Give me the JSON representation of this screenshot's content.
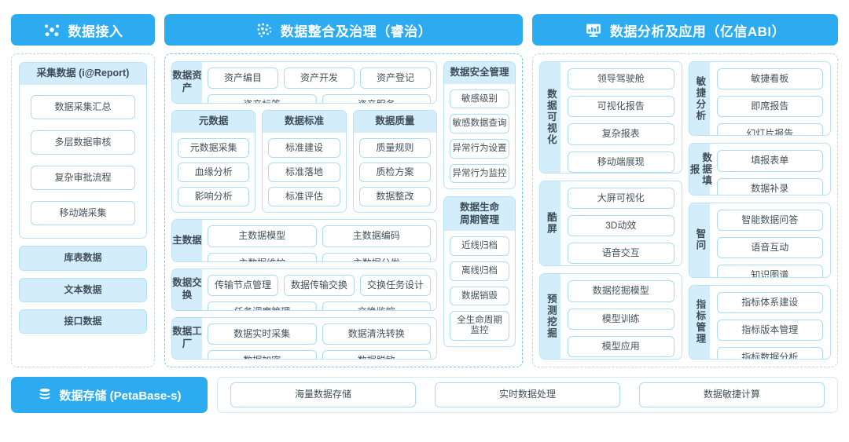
{
  "headers": [
    {
      "label": "数据接入",
      "icon": "nodes-network-icon",
      "color": "#2dabf0"
    },
    {
      "label": "数据整合及治理（睿治）",
      "icon": "data-dots-icon",
      "color": "#2dabf0"
    },
    {
      "label": "数据分析及应用（亿信ABI）",
      "icon": "monitor-chart-icon",
      "color": "#2dabf0"
    }
  ],
  "col1": {
    "collect_card": {
      "title": "采集数据 (i@Report)",
      "items": [
        "数据采集汇总",
        "多层数据审核",
        "复杂审批流程",
        "移动端采集"
      ]
    },
    "sources": [
      "库表数据",
      "文本数据",
      "接口数据"
    ]
  },
  "col2": {
    "asset": {
      "label": "数据资产",
      "rows": [
        [
          "资产编目",
          "资产开发",
          "资产登记"
        ],
        [
          "资产标签",
          "资产服务"
        ]
      ]
    },
    "triple": [
      {
        "title": "元数据",
        "items": [
          "元数据采集",
          "血缘分析",
          "影响分析"
        ]
      },
      {
        "title": "数据标准",
        "items": [
          "标准建设",
          "标准落地",
          "标准评估"
        ]
      },
      {
        "title": "数据质量",
        "items": [
          "质量规则",
          "质检方案",
          "数据整改"
        ]
      }
    ],
    "master": {
      "label": "主数据",
      "rows": [
        [
          "主数据模型",
          "主数据编码"
        ],
        [
          "主数据维护",
          "主数据分发"
        ]
      ]
    },
    "exchange": {
      "label": "数据交换",
      "rows": [
        [
          "传输节点管理",
          "数据传输交换",
          "交换任务设计"
        ],
        [
          "任务调度管理",
          "交换监控"
        ]
      ]
    },
    "factory": {
      "label": "数据工厂",
      "rows": [
        [
          "数据实时采集",
          "数据清洗转换"
        ],
        [
          "数据加密",
          "数据脱敏"
        ]
      ]
    },
    "security": {
      "title": "数据安全管理",
      "items": [
        "敏感级别",
        "敏感数据查询",
        "异常行为设置",
        "异常行为监控"
      ]
    },
    "lifecycle": {
      "title": "数据生命\n周期管理",
      "title_line1": "数据生命",
      "title_line2": "周期管理",
      "items": [
        "近线归档",
        "离线归档",
        "数据销毁",
        "全生命周期\n监控"
      ],
      "last_item_line1": "全生命周期",
      "last_item_line2": "监控"
    }
  },
  "col3": {
    "left": [
      {
        "label": "数据可视化",
        "items": [
          "领导驾驶舱",
          "可视化报告",
          "复杂报表",
          "移动端展现"
        ]
      },
      {
        "label": "酷屏",
        "items": [
          "大屏可视化",
          "3D动效",
          "语音交互"
        ]
      },
      {
        "label": "预测挖掘",
        "items": [
          "数据挖掘模型",
          "模型训练",
          "模型应用"
        ]
      }
    ],
    "right": [
      {
        "label": "敏捷分析",
        "items": [
          "敏捷看板",
          "即席报告",
          "幻灯片报告"
        ]
      },
      {
        "label": "数据填报",
        "items": [
          "填报表单",
          "数据补录"
        ]
      },
      {
        "label": "智问",
        "items": [
          "智能数据问答",
          "语音互动",
          "知识图谱"
        ]
      },
      {
        "label": "指标管理",
        "items": [
          "指标体系建设",
          "指标版本管理",
          "指标数据分析"
        ]
      }
    ]
  },
  "bottom": {
    "title": "数据存储 (PetaBase-s)",
    "icon": "database-icon",
    "items": [
      "海量数据存储",
      "实时数据处理",
      "数据敏捷计算"
    ]
  }
}
